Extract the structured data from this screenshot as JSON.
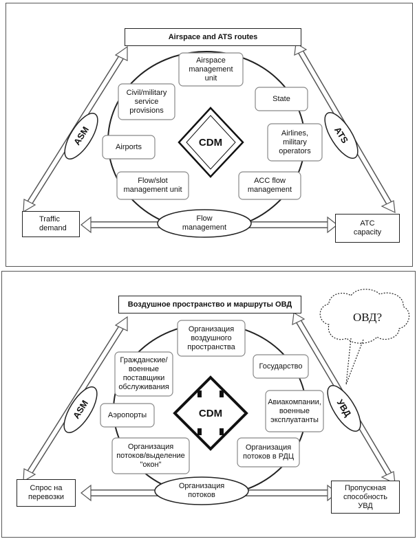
{
  "english": {
    "title": "Airspace and ATS routes",
    "left_arrow_label": "ASM",
    "right_arrow_label": "ATS",
    "center": "CDM",
    "boxes": {
      "airspace_mgmt": "Airspace\nmanagement\nunit",
      "civil_military": "Civil/military\nservice\nprovisions",
      "state": "State",
      "airports": "Airports",
      "airlines": "Airlines,\nmilitary\noperators",
      "flow_slot": "Flow/slot\nmanagement unit",
      "acc_flow": "ACC flow\nmanagement"
    },
    "flow_management": "Flow\nmanagement",
    "traffic_demand": "Traffic\ndemand",
    "atc_capacity": "ATC\ncapacity"
  },
  "russian": {
    "title": "Воздушное пространство и маршруты ОВД",
    "left_arrow_label": "ASM",
    "right_arrow_label": "УВД",
    "center": "CDM",
    "boxes": {
      "airspace_mgmt": "Организация\nвоздушного\nпространства",
      "civil_military": "Гражданские/\nвоенные\nпоставщики\nобслуживания",
      "state": "Государство",
      "airports": "Аэропорты",
      "airlines": "Авиакомпании,\nвоенные\nэксплуатанты",
      "flow_slot": "Организация\nпотоков/выделение\n\"окон\"",
      "acc_flow": "Организация\nпотоков в РДЦ"
    },
    "flow_management": "Организация\nпотоков",
    "traffic_demand": "Спрос на\nперевозки",
    "atc_capacity": "Пропускная\nспособность\nУВД",
    "cloud": "ОВД?"
  }
}
